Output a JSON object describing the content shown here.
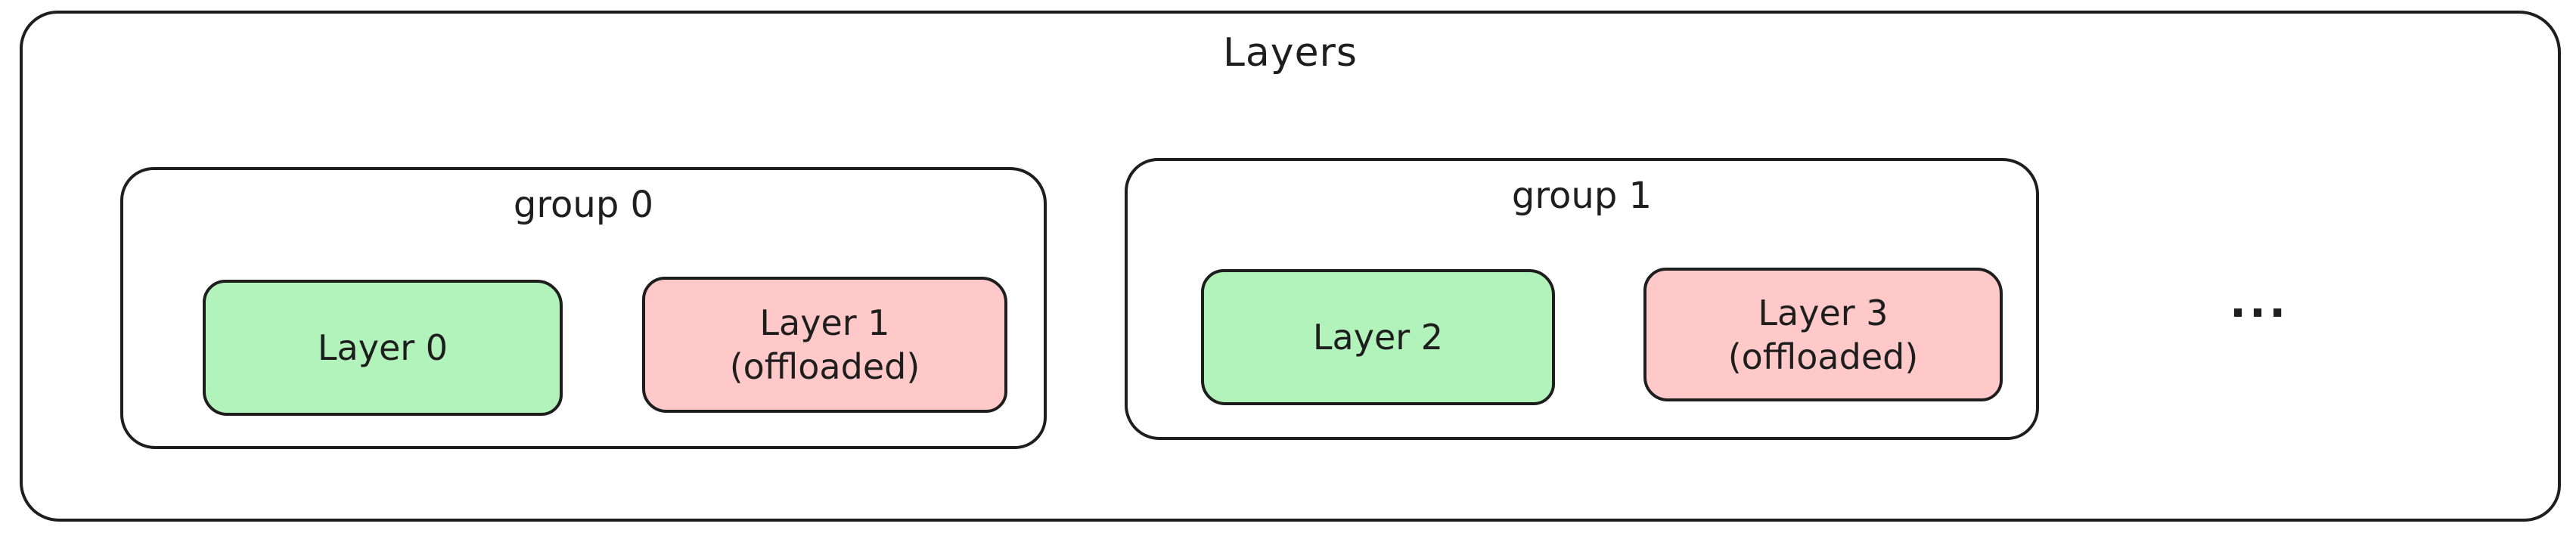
{
  "diagram": {
    "title": "Layers",
    "more_indicator": "...",
    "colors": {
      "stroke": "#1e1e1e",
      "active_layer_fill": "#b2f2bb",
      "offloaded_layer_fill": "#ffc9c9",
      "background": "#ffffff"
    },
    "groups": [
      {
        "label": "group 0",
        "layers": [
          {
            "name": "Layer 0",
            "state": "active",
            "lines": [
              "Layer 0"
            ]
          },
          {
            "name": "Layer 1 (offloaded)",
            "state": "offloaded",
            "lines": [
              "Layer 1",
              "(offloaded)"
            ]
          }
        ]
      },
      {
        "label": "group 1",
        "layers": [
          {
            "name": "Layer 2",
            "state": "active",
            "lines": [
              "Layer 2"
            ]
          },
          {
            "name": "Layer 3 (offloaded)",
            "state": "offloaded",
            "lines": [
              "Layer 3",
              "(offloaded)"
            ]
          }
        ]
      }
    ]
  }
}
